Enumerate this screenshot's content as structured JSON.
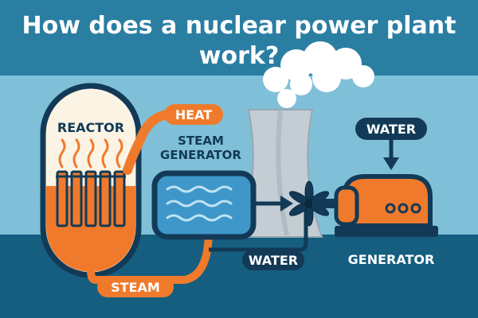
{
  "title": {
    "line1": "How does a nuclear power plant",
    "line2": "work?"
  },
  "labels": {
    "reactor": "REACTOR",
    "heat": "HEAT",
    "steam_generator_line1": "STEAM",
    "steam_generator_line2": "GENERATOR",
    "water_top": "WATER",
    "water_bottom": "WATER",
    "generator": "GENERATOR",
    "steam": "STEAM"
  },
  "colors": {
    "sky_dark": "#2a7ea2",
    "sky_light": "#7fc0d8",
    "ground": "#155e80",
    "orange": "#f07a2c",
    "navy": "#123a57",
    "cream": "#fbf3e3",
    "water_blue": "#3f97c9",
    "tower_gray": "#c3cdd3"
  }
}
